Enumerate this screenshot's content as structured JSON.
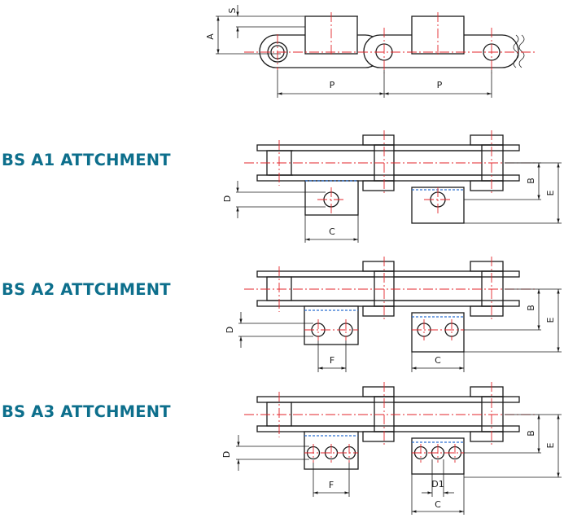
{
  "sections": [
    {
      "title": "BS A1 ATTCHMENT"
    },
    {
      "title": "BS A2 ATTCHMENT"
    },
    {
      "title": "BS A3 ATTCHMENT"
    }
  ],
  "dimensions": {
    "s": "S",
    "a": "A",
    "p": "P",
    "b": "B",
    "c": "C",
    "d": "D",
    "e": "E",
    "f": "F",
    "d1": "D1"
  },
  "colors": {
    "title": "#0d6f8c",
    "centerline": "#e3262b",
    "hidden_line": "#2a6fd1",
    "outline": "#1a1a1a"
  }
}
